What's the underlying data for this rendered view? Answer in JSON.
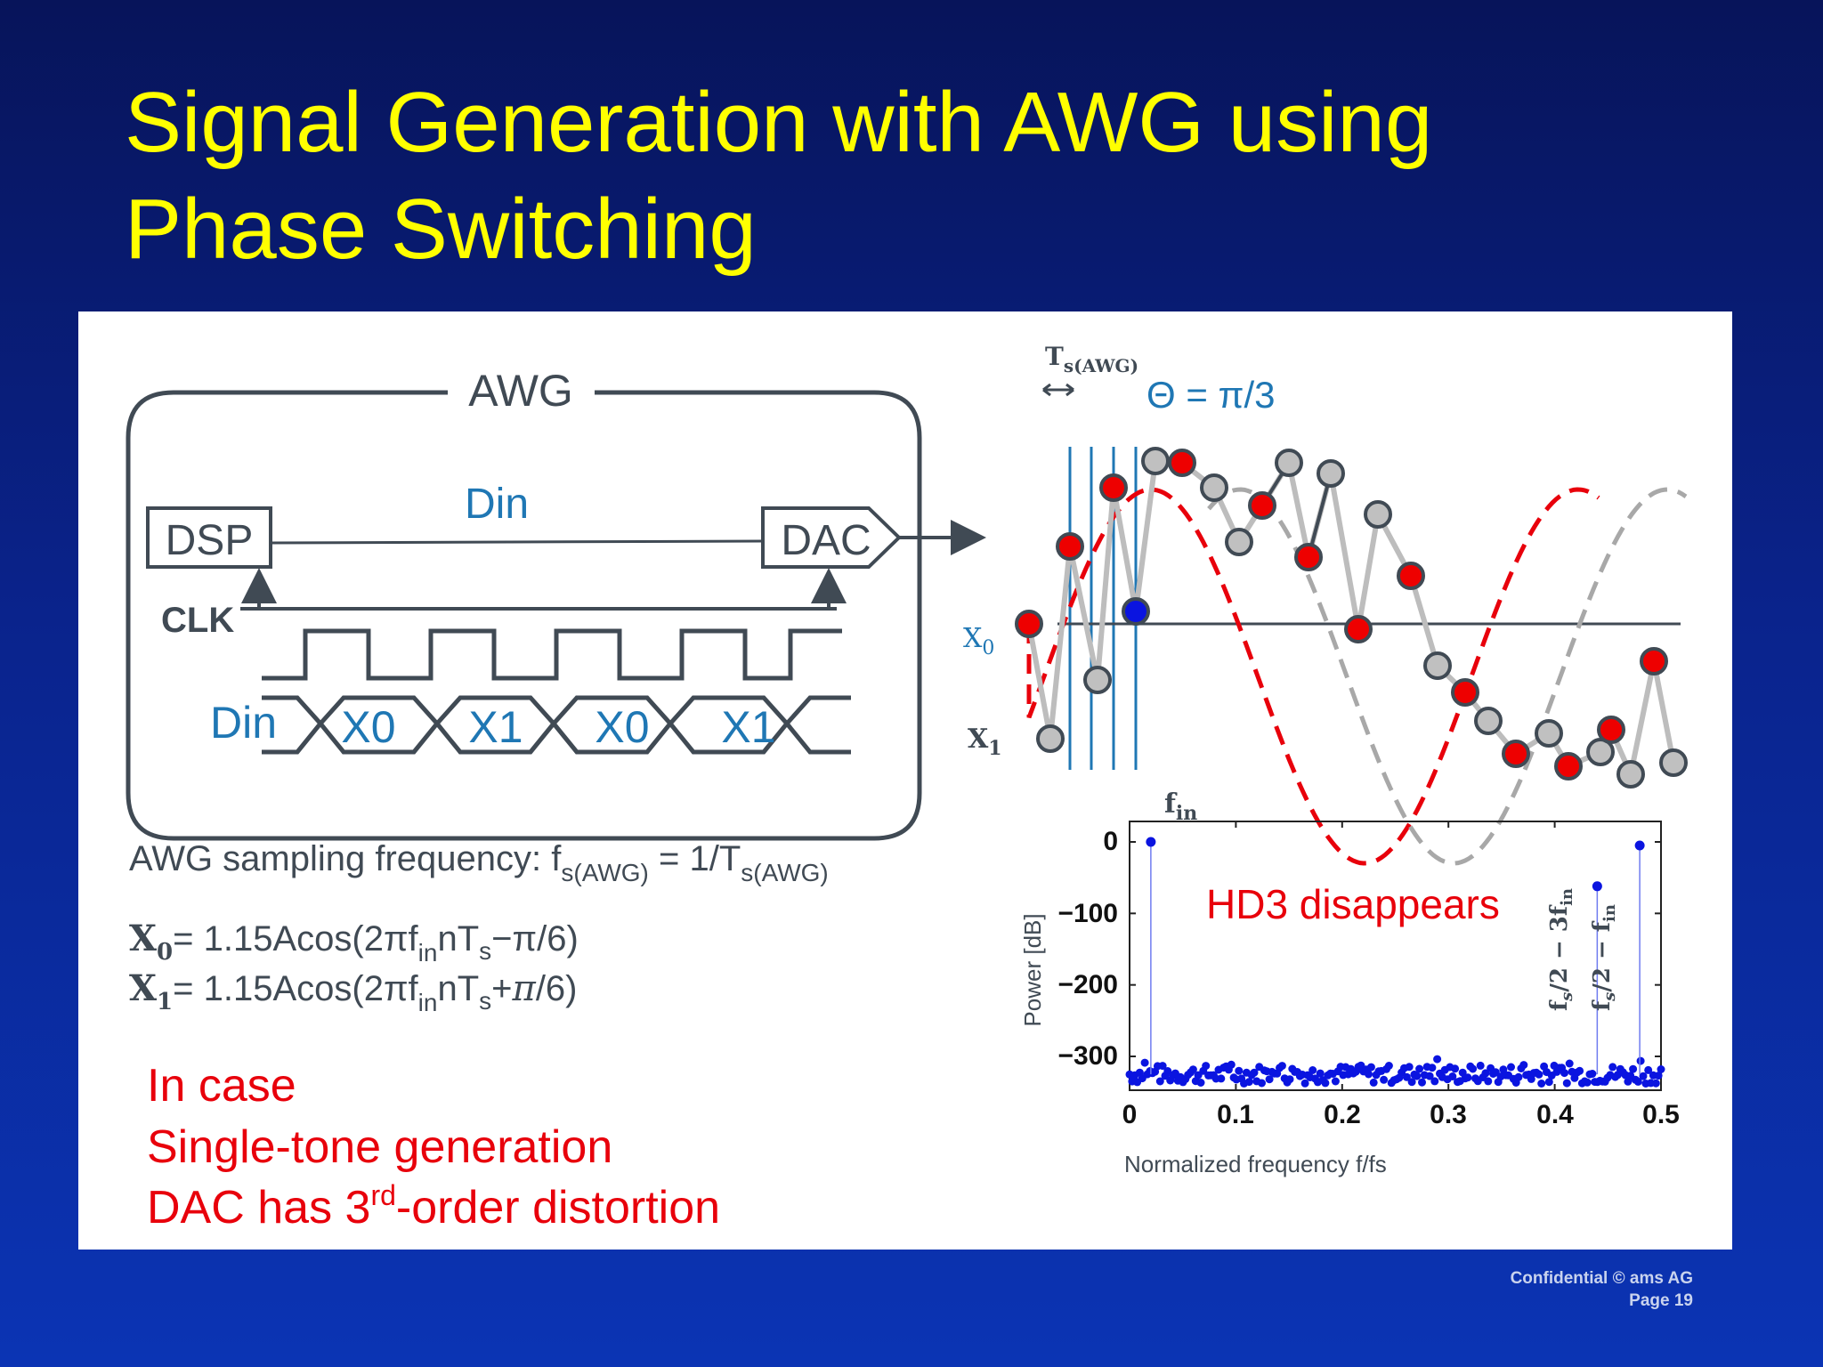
{
  "slide": {
    "title_line1": "Signal Generation with AWG using",
    "title_line2": "Phase Switching"
  },
  "awg_block": {
    "label": "AWG",
    "dsp": "DSP",
    "dac": "DAC",
    "din_top": "Din",
    "clk": "CLK",
    "din_bus": "Din",
    "bus_symbols": [
      "X0",
      "X1",
      "X0",
      "X1"
    ]
  },
  "waveform": {
    "ts_label": "T",
    "ts_sub": "s(AWG)",
    "theta": "Θ = π/3",
    "x0_label": "X",
    "x0_sub": "0",
    "x1_label": "X",
    "x1_sub": "1"
  },
  "equations": {
    "sampling_prefix": "AWG sampling frequency: f",
    "sampling_sub1": "s(AWG)",
    "sampling_mid": " = 1/T",
    "sampling_sub2": "s(AWG)",
    "x0_var": "X",
    "x0_var_sub": "0",
    "x0_a": "= 1.15Acos(2πf",
    "x0_b": "in",
    "x0_c": "nT",
    "x0_d": "s",
    "x0_e": "−π/6)",
    "x1_var": "X",
    "x1_var_sub": "1",
    "x1_a": "= 1.15Acos(2πf",
    "x1_b": "in",
    "x1_c": "nT",
    "x1_d": "s",
    "x1_e": "+",
    "x1_f": "π",
    "x1_g": "/6)"
  },
  "notes": {
    "line1": "In case",
    "line2": "Single-tone generation",
    "line3_a": "DAC has 3",
    "line3_sup": "rd",
    "line3_b": "-order distortion"
  },
  "footer": {
    "confidential": "Confidential © ams AG",
    "page": "Page 19"
  },
  "colors": {
    "title": "#ffff00",
    "red_text": "#e8000b",
    "blue_text": "#1f77b4",
    "dark_gray": "#404a54",
    "spectrum_blue": "#0a14e0"
  },
  "chart_data": {
    "type": "scatter",
    "xlabel": "Normalized frequency f/fs",
    "ylabel": "Power [dB]",
    "xlim": [
      0,
      0.5
    ],
    "ylim": [
      -350,
      20
    ],
    "x_ticks": [
      "0",
      "0.1",
      "0.2",
      "0.3",
      "0.4",
      "0.5"
    ],
    "y_ticks": [
      "0",
      "−100",
      "−200",
      "−300"
    ],
    "annotation": "HD3 disappears",
    "peak_labels": {
      "fin_label": "f",
      "fin_sub": "in",
      "p2_label": "f",
      "p2_rest": "/2 − 3f",
      "p3_label": "f",
      "p3_rest": "/2 − f",
      "sub_s": "s",
      "sub_in": "in"
    },
    "peaks": [
      {
        "x": 0.02,
        "y": 0
      },
      {
        "x": 0.44,
        "y": -62
      },
      {
        "x": 0.48,
        "y": -5
      }
    ],
    "noise_floor": -325
  }
}
